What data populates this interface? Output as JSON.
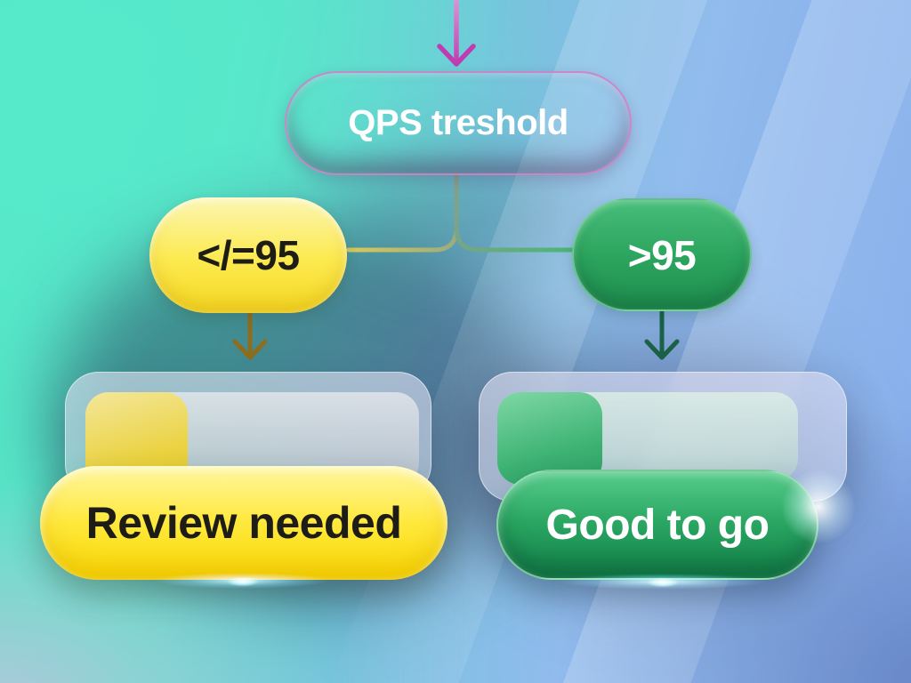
{
  "flowchart": {
    "root": {
      "label": "QPS treshold"
    },
    "branches": [
      {
        "condition": "</=95",
        "outcome": "Review needed"
      },
      {
        "condition": ">95",
        "outcome": "Good to go"
      }
    ]
  },
  "icons": {
    "entry_arrow": "arrow-down",
    "low_branch_arrow": "arrow-down",
    "high_branch_arrow": "arrow-down"
  },
  "palette": {
    "background_mint": "#55e8c7",
    "background_blue": "#7aa6ea",
    "background_slate_shadow": "#263858",
    "root_node_purple": "#a94b9c",
    "condition_low_yellow": "#fce94e",
    "condition_high_green": "#2aa35d",
    "outcome_low_yellow": "#ffe93f",
    "outcome_high_green": "#2aa662",
    "entry_arrow_magenta": "#bf3cb1",
    "low_arrow_olive": "#8e6d1e",
    "high_arrow_dark_green": "#1a6148",
    "glow_cyan": "#7fe3ff"
  }
}
